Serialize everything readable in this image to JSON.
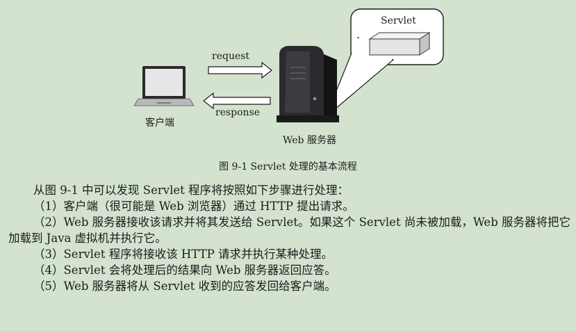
{
  "figure": {
    "client_label": "客户端",
    "server_label": "Web 服务器",
    "servlet_label": "Servlet",
    "request_label": "request",
    "response_label": "response",
    "caption": "图 9-1   Servlet 处理的基本流程"
  },
  "body": {
    "intro": "从图 9-1 中可以发现 Servlet 程序将按照如下步骤进行处理：",
    "steps": [
      "（1）客户端（很可能是 Web 浏览器）通过 HTTP 提出请求。",
      "（2）Web 服务器接收该请求并将其发送给 Servlet。如果这个 Servlet 尚未被加载，Web 服务器将把它加载到 Java 虚拟机并执行它。",
      "（3）Servlet 程序将接收该 HTTP 请求并执行某种处理。",
      "（4）Servlet 会将处理后的结果向 Web 服务器返回应答。",
      "（5）Web 服务器将从 Servlet 收到的应答发回给客户端。"
    ]
  },
  "icons": {
    "client": "laptop-icon",
    "server": "server-tower-icon",
    "servlet": "servlet-box-icon"
  }
}
